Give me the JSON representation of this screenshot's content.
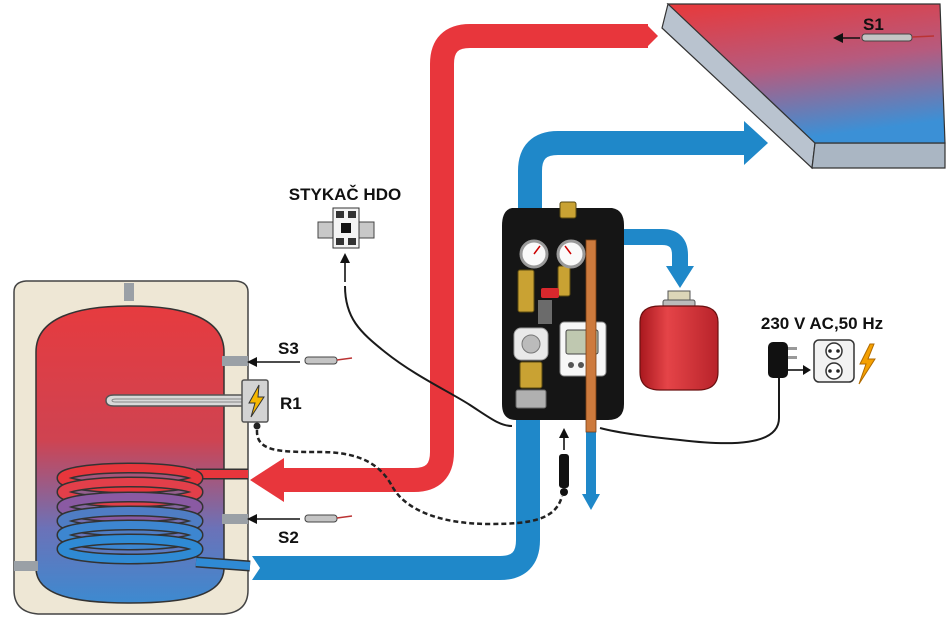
{
  "labels": {
    "collector_sensor": "S1",
    "tank_sensor_top": "S3",
    "tank_sensor_bottom": "S2",
    "heater": "R1",
    "hdo_contactor": "STYKAČ HDO",
    "power_supply": "230 V AC,50 Hz"
  },
  "colors": {
    "hot": "#e8363c",
    "cold": "#1f88c9",
    "shell": "#eee7d5",
    "station": "#151515",
    "copper": "#cd7a3d",
    "brass": "#c9a233",
    "vessel": "#d8282d"
  }
}
